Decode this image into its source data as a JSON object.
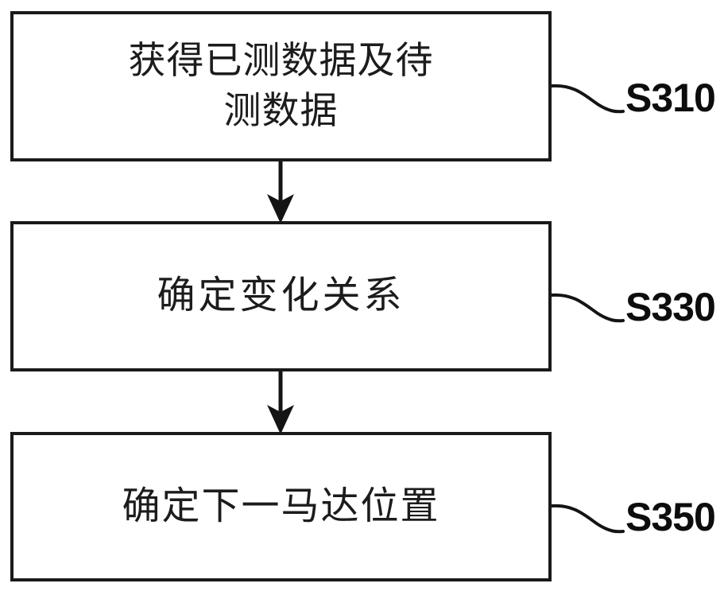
{
  "diagram": {
    "type": "flowchart",
    "orientation": "vertical",
    "background_color": "#ffffff",
    "line_color": "#1a1a1a",
    "text_color": "#1c1c1c",
    "nodes": [
      {
        "id": "S310",
        "shape": "rectangle",
        "text": "获得已测数据及待\n测数据",
        "text_lines": [
          "获得已测数据及待",
          "测数据"
        ],
        "label": "S310"
      },
      {
        "id": "S330",
        "shape": "rectangle",
        "text": "确定变化关系",
        "text_lines": [
          "确定变化关系"
        ],
        "label": "S330"
      },
      {
        "id": "S350",
        "shape": "rectangle",
        "text": "确定下一马达位置",
        "text_lines": [
          "确定下一马达位置"
        ],
        "label": "S350"
      }
    ],
    "connectors": [
      {
        "from": "S310",
        "to": "S330",
        "style": "arrow-down"
      },
      {
        "from": "S330",
        "to": "S350",
        "style": "arrow-down"
      }
    ],
    "leaders": [
      {
        "for": "S310",
        "style": "wavy"
      },
      {
        "for": "S330",
        "style": "wavy"
      },
      {
        "for": "S350",
        "style": "wavy"
      }
    ]
  }
}
